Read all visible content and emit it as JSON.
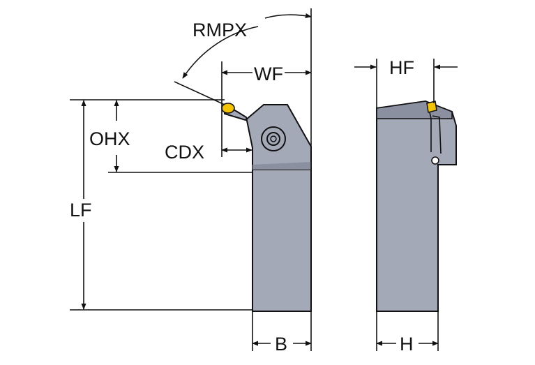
{
  "labels": {
    "rmpx": "RMPX",
    "wf": "WF",
    "ohx": "OHX",
    "cdx": "CDX",
    "lf": "LF",
    "b": "B",
    "hf": "HF",
    "h": "H"
  },
  "colors": {
    "body": "#a3a9b7",
    "body_dark": "#8a90a0",
    "insert": "#f5c400",
    "line": "#111111"
  }
}
